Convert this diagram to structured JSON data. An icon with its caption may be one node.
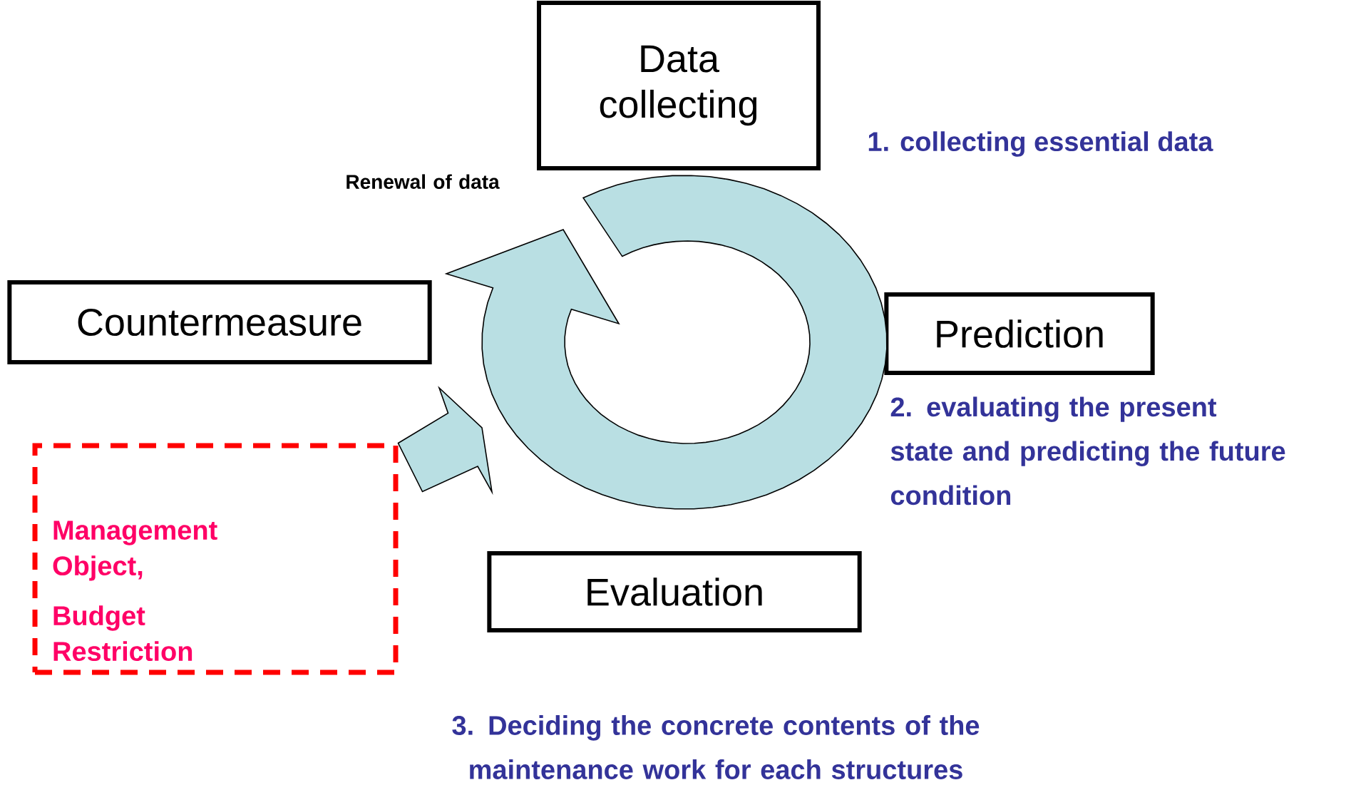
{
  "diagram": {
    "nodes": [
      {
        "text": [
          "Data collecting"
        ]
      },
      {
        "text": [
          "Prediction"
        ]
      },
      {
        "text": [
          "Countermeasure"
        ]
      },
      {
        "text": [
          "Evaluation"
        ]
      },
      {
        "text": [
          "Management Object,",
          "Budget Restriction"
        ]
      },
      {
        "text": [],
        "shape": "circle"
      }
    ],
    "edges": [
      {
        "from": 4,
        "to": 5,
        "arrow": "to"
      }
    ],
    "labels": [
      "Renewal of data",
      "1. collecting essential data",
      "2. evaluating the present state and predicting the future condition",
      "3. Deciding the concrete contents of the maintenance work for each structures"
    ]
  }
}
